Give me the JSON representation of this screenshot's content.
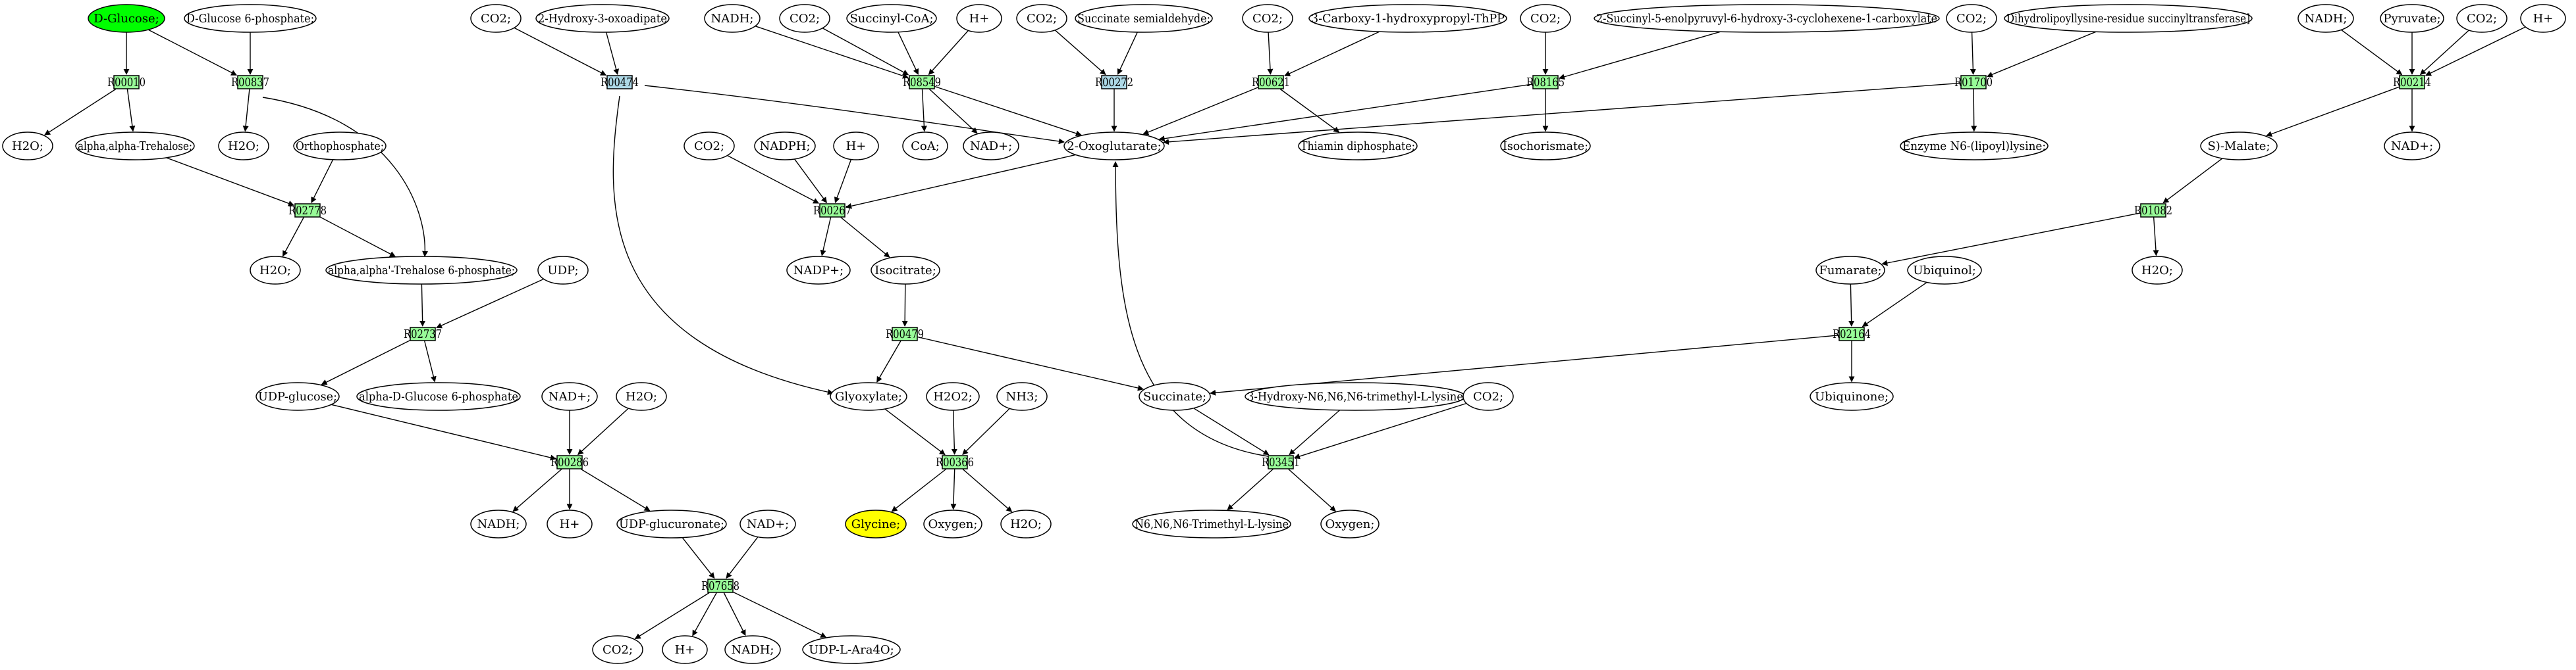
{
  "colors": {
    "reaction_fill": "#98fb98",
    "reaction_highlight_fill": "#add8e6",
    "compound_fill": "#ffffff",
    "start_fill": "#00ff00",
    "target_fill": "#ffff00",
    "stroke": "#000000"
  },
  "nodes": [
    {
      "id": "c_dglucose",
      "label": "D-Glucose;",
      "kind": "compound",
      "fill": "start"
    },
    {
      "id": "c_g6p",
      "label": "D-Glucose 6-phosphate;",
      "kind": "compound"
    },
    {
      "id": "r_R00010",
      "label": "R00010",
      "kind": "reaction"
    },
    {
      "id": "r_R00837",
      "label": "R00837",
      "kind": "reaction"
    },
    {
      "id": "c_h2o_a",
      "label": "H2O;",
      "kind": "compound"
    },
    {
      "id": "c_trehalose",
      "label": "alpha,alpha-Trehalose;",
      "kind": "compound"
    },
    {
      "id": "c_h2o_b",
      "label": "H2O;",
      "kind": "compound"
    },
    {
      "id": "c_orthophosphate",
      "label": "Orthophosphate;",
      "kind": "compound"
    },
    {
      "id": "r_R02778",
      "label": "R02778",
      "kind": "reaction"
    },
    {
      "id": "c_h2o_c",
      "label": "H2O;",
      "kind": "compound"
    },
    {
      "id": "c_t6p",
      "label": "alpha,alpha'-Trehalose 6-phosphate;",
      "kind": "compound"
    },
    {
      "id": "c_udp",
      "label": "UDP;",
      "kind": "compound"
    },
    {
      "id": "r_R02737",
      "label": "R02737",
      "kind": "reaction"
    },
    {
      "id": "c_udpglucose",
      "label": "UDP-glucose;",
      "kind": "compound"
    },
    {
      "id": "c_adg6p",
      "label": "alpha-D-Glucose 6-phosphate",
      "kind": "compound"
    },
    {
      "id": "c_nadp_286",
      "label": "NAD+;",
      "kind": "compound"
    },
    {
      "id": "c_h2o_286",
      "label": "H2O;",
      "kind": "compound"
    },
    {
      "id": "r_R00286",
      "label": "R00286",
      "kind": "reaction"
    },
    {
      "id": "c_nadh_286",
      "label": "NADH;",
      "kind": "compound"
    },
    {
      "id": "c_hplus_286",
      "label": "H+",
      "kind": "compound"
    },
    {
      "id": "c_udpglucuronate",
      "label": "UDP-glucuronate;",
      "kind": "compound"
    },
    {
      "id": "c_nadp_7658",
      "label": "NAD+;",
      "kind": "compound"
    },
    {
      "id": "r_R07658",
      "label": "R07658",
      "kind": "reaction"
    },
    {
      "id": "c_co2_7658",
      "label": "CO2;",
      "kind": "compound"
    },
    {
      "id": "c_hplus_7658",
      "label": "H+",
      "kind": "compound"
    },
    {
      "id": "c_nadh_7658",
      "label": "NADH;",
      "kind": "compound"
    },
    {
      "id": "c_udpara",
      "label": "UDP-L-Ara4O;",
      "kind": "compound"
    },
    {
      "id": "c_co2_474",
      "label": "CO2;",
      "kind": "compound"
    },
    {
      "id": "c_hydroxyoxo",
      "label": "2-Hydroxy-3-oxoadipate",
      "kind": "compound"
    },
    {
      "id": "r_R00474",
      "label": "R00474",
      "kind": "reaction",
      "fill": "highlight"
    },
    {
      "id": "c_nadh_8549",
      "label": "NADH;",
      "kind": "compound"
    },
    {
      "id": "c_co2_8549",
      "label": "CO2;",
      "kind": "compound"
    },
    {
      "id": "c_succinylcoa",
      "label": "Succinyl-CoA;",
      "kind": "compound"
    },
    {
      "id": "c_hplus_8549",
      "label": "H+",
      "kind": "compound"
    },
    {
      "id": "r_R08549",
      "label": "R08549",
      "kind": "reaction"
    },
    {
      "id": "c_coa",
      "label": "CoA;",
      "kind": "compound"
    },
    {
      "id": "c_nadplus_8549",
      "label": "NAD+;",
      "kind": "compound"
    },
    {
      "id": "c_co2_272",
      "label": "CO2;",
      "kind": "compound"
    },
    {
      "id": "c_ssa",
      "label": "Succinate semialdehyde;",
      "kind": "compound"
    },
    {
      "id": "r_R00272",
      "label": "R00272",
      "kind": "reaction",
      "fill": "highlight"
    },
    {
      "id": "c_co2_621",
      "label": "CO2;",
      "kind": "compound"
    },
    {
      "id": "c_carboxy_thpp",
      "label": "3-Carboxy-1-hydroxypropyl-ThPP",
      "kind": "compound"
    },
    {
      "id": "r_R00621",
      "label": "R00621",
      "kind": "reaction"
    },
    {
      "id": "c_thiamin",
      "label": "Thiamin diphosphate;",
      "kind": "compound"
    },
    {
      "id": "c_co2_8165",
      "label": "CO2;",
      "kind": "compound"
    },
    {
      "id": "c_sephcc",
      "label": "2-Succinyl-5-enolpyruvyl-6-hydroxy-3-cyclohexene-1-carboxylate",
      "kind": "compound"
    },
    {
      "id": "r_R08165",
      "label": "R08165",
      "kind": "reaction"
    },
    {
      "id": "c_isochorismate",
      "label": "Isochorismate;",
      "kind": "compound"
    },
    {
      "id": "c_co2_1700",
      "label": "CO2;",
      "kind": "compound"
    },
    {
      "id": "c_dihydrolipoyl",
      "label": "Dihydrolipoyllysine-residue succinyltransferase]",
      "kind": "compound"
    },
    {
      "id": "r_R01700",
      "label": "R01700",
      "kind": "reaction"
    },
    {
      "id": "c_enzyme",
      "label": "Enzyme N6-(lipoyl)lysine;",
      "kind": "compound"
    },
    {
      "id": "c_nadh_214",
      "label": "NADH;",
      "kind": "compound"
    },
    {
      "id": "c_pyruvate",
      "label": "Pyruvate;",
      "kind": "compound"
    },
    {
      "id": "c_co2_214",
      "label": "CO2;",
      "kind": "compound"
    },
    {
      "id": "c_hplus_214",
      "label": "H+",
      "kind": "compound"
    },
    {
      "id": "r_R00214",
      "label": "R00214",
      "kind": "reaction"
    },
    {
      "id": "c_malate",
      "label": "S)-Malate;",
      "kind": "compound"
    },
    {
      "id": "c_nadplus_214",
      "label": "NAD+;",
      "kind": "compound"
    },
    {
      "id": "r_R01082",
      "label": "R01082",
      "kind": "reaction"
    },
    {
      "id": "c_fumarate",
      "label": "Fumarate;",
      "kind": "compound"
    },
    {
      "id": "c_ubiquinol",
      "label": "Ubiquinol;",
      "kind": "compound"
    },
    {
      "id": "c_h2o_1082",
      "label": "H2O;",
      "kind": "compound"
    },
    {
      "id": "r_R02164",
      "label": "R02164",
      "kind": "reaction"
    },
    {
      "id": "c_ubiquinone",
      "label": "Ubiquinone;",
      "kind": "compound"
    },
    {
      "id": "c_oxoglutarate",
      "label": "2-Oxoglutarate;",
      "kind": "compound"
    },
    {
      "id": "c_co2_267",
      "label": "CO2;",
      "kind": "compound"
    },
    {
      "id": "c_nadph_267",
      "label": "NADPH;",
      "kind": "compound"
    },
    {
      "id": "c_hplus_267",
      "label": "H+",
      "kind": "compound"
    },
    {
      "id": "r_R00267",
      "label": "R00267",
      "kind": "reaction"
    },
    {
      "id": "c_nadpplus_267",
      "label": "NADP+;",
      "kind": "compound"
    },
    {
      "id": "c_isocitrate",
      "label": "Isocitrate;",
      "kind": "compound"
    },
    {
      "id": "r_R00479",
      "label": "R00479",
      "kind": "reaction"
    },
    {
      "id": "c_glyoxylate",
      "label": "Glyoxylate;",
      "kind": "compound"
    },
    {
      "id": "c_succinate",
      "label": "Succinate;",
      "kind": "compound"
    },
    {
      "id": "c_h2o2",
      "label": "H2O2;",
      "kind": "compound"
    },
    {
      "id": "c_nh3",
      "label": "NH3;",
      "kind": "compound"
    },
    {
      "id": "r_R00366",
      "label": "R00366",
      "kind": "reaction"
    },
    {
      "id": "c_glycine",
      "label": "Glycine;",
      "kind": "compound",
      "fill": "target"
    },
    {
      "id": "c_oxygen_366",
      "label": "Oxygen;",
      "kind": "compound"
    },
    {
      "id": "c_h2o_366",
      "label": "H2O;",
      "kind": "compound"
    },
    {
      "id": "c_hydroxytml",
      "label": "3-Hydroxy-N6,N6,N6-trimethyl-L-lysine",
      "kind": "compound"
    },
    {
      "id": "c_co2_3451",
      "label": "CO2;",
      "kind": "compound"
    },
    {
      "id": "r_R03451",
      "label": "R03451",
      "kind": "reaction"
    },
    {
      "id": "c_tml",
      "label": "N6,N6,N6-Trimethyl-L-lysine",
      "kind": "compound"
    },
    {
      "id": "c_oxygen_3451",
      "label": "Oxygen;",
      "kind": "compound"
    }
  ]
}
